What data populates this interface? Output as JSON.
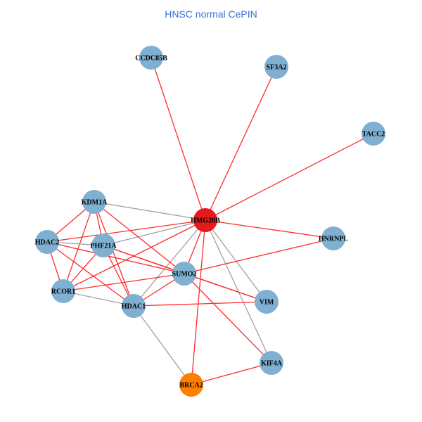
{
  "title": "HNSC normal CePIN",
  "colors": {
    "node": "#7fb0d2",
    "hub": "#e41a1c",
    "highlight": "#ff7f00",
    "edge_red": "#ff2a2a",
    "edge_gray": "#a0a0a0"
  },
  "nodes": [
    {
      "id": "CCDC85B",
      "type": "node"
    },
    {
      "id": "SF3A2",
      "type": "node"
    },
    {
      "id": "TACC2",
      "type": "node"
    },
    {
      "id": "KDM1A",
      "type": "node"
    },
    {
      "id": "HMG20B",
      "type": "hub"
    },
    {
      "id": "HNRNPL",
      "type": "node"
    },
    {
      "id": "HDAC2",
      "type": "node"
    },
    {
      "id": "PHF21A",
      "type": "node"
    },
    {
      "id": "SUMO2",
      "type": "node"
    },
    {
      "id": "RCOR1",
      "type": "node"
    },
    {
      "id": "HDAC1",
      "type": "node"
    },
    {
      "id": "VIM",
      "type": "node"
    },
    {
      "id": "KIF4A",
      "type": "node"
    },
    {
      "id": "BRCA2",
      "type": "highlight"
    }
  ],
  "edges": [
    [
      "HMG20B",
      "CCDC85B",
      "red"
    ],
    [
      "HMG20B",
      "SF3A2",
      "red"
    ],
    [
      "HMG20B",
      "TACC2",
      "red"
    ],
    [
      "HMG20B",
      "KDM1A",
      "gray"
    ],
    [
      "HMG20B",
      "HNRNPL",
      "red"
    ],
    [
      "HMG20B",
      "HDAC2",
      "red"
    ],
    [
      "HMG20B",
      "PHF21A",
      "gray"
    ],
    [
      "HMG20B",
      "RCOR1",
      "red"
    ],
    [
      "HMG20B",
      "SUMO2",
      "red"
    ],
    [
      "HMG20B",
      "HDAC1",
      "gray"
    ],
    [
      "HMG20B",
      "VIM",
      "gray"
    ],
    [
      "HMG20B",
      "KIF4A",
      "gray"
    ],
    [
      "HMG20B",
      "BRCA2",
      "red"
    ],
    [
      "KDM1A",
      "HDAC2",
      "red"
    ],
    [
      "KDM1A",
      "PHF21A",
      "red"
    ],
    [
      "KDM1A",
      "RCOR1",
      "red"
    ],
    [
      "KDM1A",
      "HDAC1",
      "red"
    ],
    [
      "KDM1A",
      "SUMO2",
      "red"
    ],
    [
      "HDAC2",
      "PHF21A",
      "gray"
    ],
    [
      "HDAC2",
      "SUMO2",
      "red"
    ],
    [
      "HDAC2",
      "RCOR1",
      "red"
    ],
    [
      "HDAC2",
      "HDAC1",
      "red"
    ],
    [
      "PHF21A",
      "RCOR1",
      "red"
    ],
    [
      "PHF21A",
      "HDAC1",
      "red"
    ],
    [
      "PHF21A",
      "SUMO2",
      "red"
    ],
    [
      "PHF21A",
      "VIM",
      "red"
    ],
    [
      "RCOR1",
      "SUMO2",
      "red"
    ],
    [
      "RCOR1",
      "HDAC1",
      "gray"
    ],
    [
      "SUMO2",
      "HNRNPL",
      "red"
    ],
    [
      "SUMO2",
      "VIM",
      "red"
    ],
    [
      "SUMO2",
      "KIF4A",
      "red"
    ],
    [
      "SUMO2",
      "HDAC1",
      "red"
    ],
    [
      "HDAC1",
      "VIM",
      "red"
    ],
    [
      "HDAC1",
      "BRCA2",
      "gray"
    ],
    [
      "BRCA2",
      "KIF4A",
      "red"
    ]
  ]
}
